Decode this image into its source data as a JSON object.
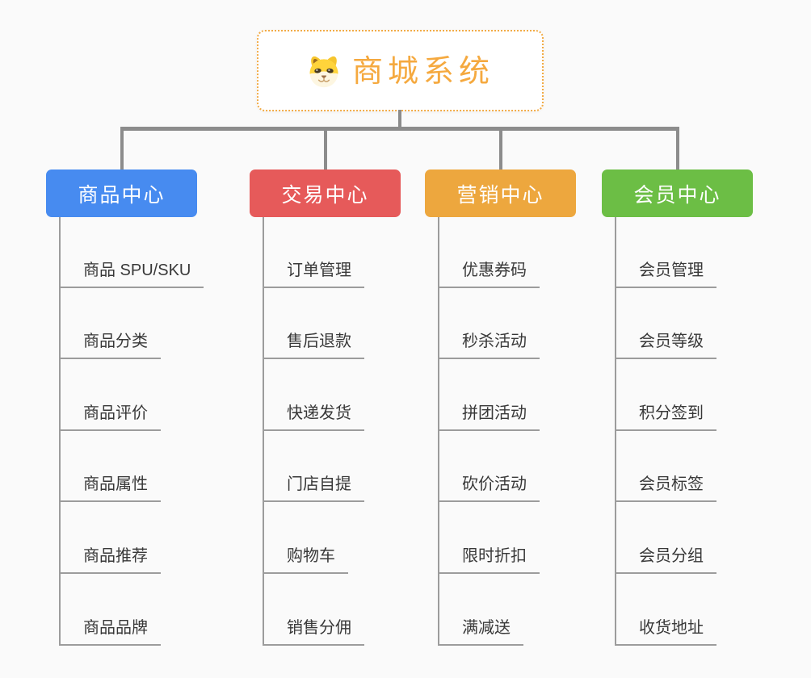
{
  "root": {
    "title": "商城系统",
    "icon": "dog-face-icon",
    "accent_color": "#f5a93f",
    "border_color": "#f2ab46"
  },
  "branches": [
    {
      "label": "商品中心",
      "color": "#478bf0",
      "items": [
        "商品 SPU/SKU",
        "商品分类",
        "商品评价",
        "商品属性",
        "商品推荐",
        "商品品牌"
      ]
    },
    {
      "label": "交易中心",
      "color": "#e65a5a",
      "items": [
        "订单管理",
        "售后退款",
        "快递发货",
        "门店自提",
        "购物车",
        "销售分佣"
      ]
    },
    {
      "label": "营销中心",
      "color": "#eda73e",
      "items": [
        "优惠券码",
        "秒杀活动",
        "拼团活动",
        "砍价活动",
        "限时折扣",
        "满减送"
      ]
    },
    {
      "label": "会员中心",
      "color": "#6cbe45",
      "items": [
        "会员管理",
        "会员等级",
        "积分签到",
        "会员标签",
        "会员分组",
        "收货地址"
      ]
    }
  ],
  "connector_color": "#8c8c8c",
  "leaf_line_color": "#9c9c9c",
  "background_color": "#fafafa"
}
